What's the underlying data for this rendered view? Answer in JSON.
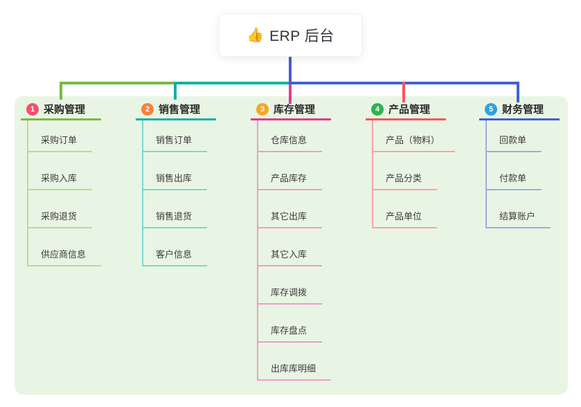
{
  "root": {
    "icon": "👍",
    "icon_name": "thumbs-up-icon",
    "label": "ERP 后台",
    "connector_color": "#4f58d3"
  },
  "panel_color": "#e9f5e4",
  "branches": [
    {
      "num": "1",
      "title": "采购管理",
      "badge_color": "#f3506e",
      "line_color": "#7aba42",
      "child_line_color": "#b7dc90",
      "children": [
        "采购订单",
        "采购入库",
        "采购退货",
        "供应商信息"
      ]
    },
    {
      "num": "2",
      "title": "销售管理",
      "badge_color": "#f6823d",
      "line_color": "#13b2a4",
      "child_line_color": "#7fd5cb",
      "children": [
        "销售订单",
        "销售出库",
        "销售退货",
        "客户信息"
      ]
    },
    {
      "num": "3",
      "title": "库存管理",
      "badge_color": "#f7a722",
      "line_color": "#e23a93",
      "child_line_color": "#ef9cc8",
      "children": [
        "仓库信息",
        "产品库存",
        "其它出库",
        "其它入库",
        "库存调拨",
        "库存盘点",
        "出库库明细"
      ]
    },
    {
      "num": "4",
      "title": "产品管理",
      "badge_color": "#2db44e",
      "line_color": "#f85460",
      "child_line_color": "#f9a1a7",
      "children": [
        "产品（物料）",
        "产品分类",
        "产品单位"
      ]
    },
    {
      "num": "5",
      "title": "财务管理",
      "badge_color": "#29a4e1",
      "line_color": "#4161d2",
      "child_line_color": "#9bade2",
      "children": [
        "回款单",
        "付款单",
        "结算账户"
      ]
    }
  ]
}
